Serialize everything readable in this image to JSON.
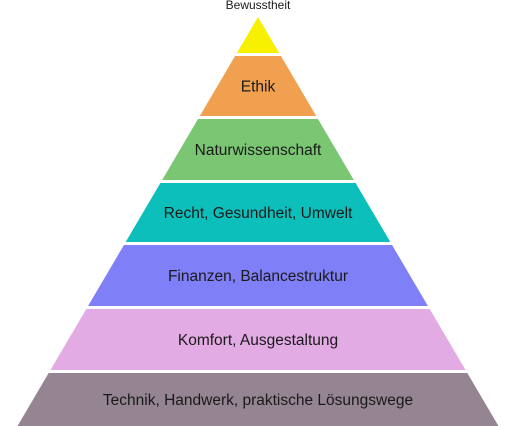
{
  "diagram": {
    "apex_label": "Bewusstheit",
    "apex_color": "#f7f000",
    "tiers": [
      {
        "label": "Ethik",
        "color": "#f0a04e"
      },
      {
        "label": "Naturwissenschaft",
        "color": "#7ac672"
      },
      {
        "label": "Recht, Gesundheit, Umwelt",
        "color": "#0dbfbb"
      },
      {
        "label": "Finanzen, Balancestruktur",
        "color": "#7f7ff7"
      },
      {
        "label": "Komfort, Ausgestaltung",
        "color": "#e3abe3"
      },
      {
        "label": "Technik, Handwerk, praktische Lösungswege",
        "color": "#958491"
      }
    ]
  }
}
